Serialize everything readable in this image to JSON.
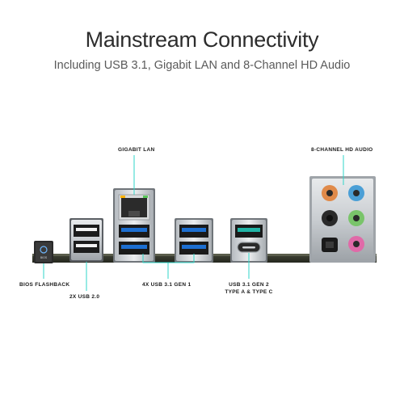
{
  "header": {
    "title": "Mainstream Connectivity",
    "subtitle": "Including USB 3.1, Gigabit LAN and 8-Channel HD Audio"
  },
  "ports": {
    "bios_flashback": "BIOS FLASHBACK",
    "bios_button_text": "BIOS",
    "usb20": "2X USB 2.0",
    "gigabit_lan": "GIGABIT LAN",
    "usb31_gen1": "4X USB 3.1 GEN 1",
    "usb31_gen2_line1": "USB 3.1 GEN 2",
    "usb31_gen2_line2": "TYPE A & TYPE C",
    "hd_audio": "8-CHANNEL HD AUDIO"
  },
  "colors": {
    "callout": "#2fd6c8",
    "usb3_blue": "#1d6fd1",
    "usb31_teal": "#21b4a6",
    "audio_orange": "#e08a4a",
    "audio_blue": "#4b9fd6",
    "audio_green": "#79c46a",
    "audio_pink": "#e06aa8"
  }
}
